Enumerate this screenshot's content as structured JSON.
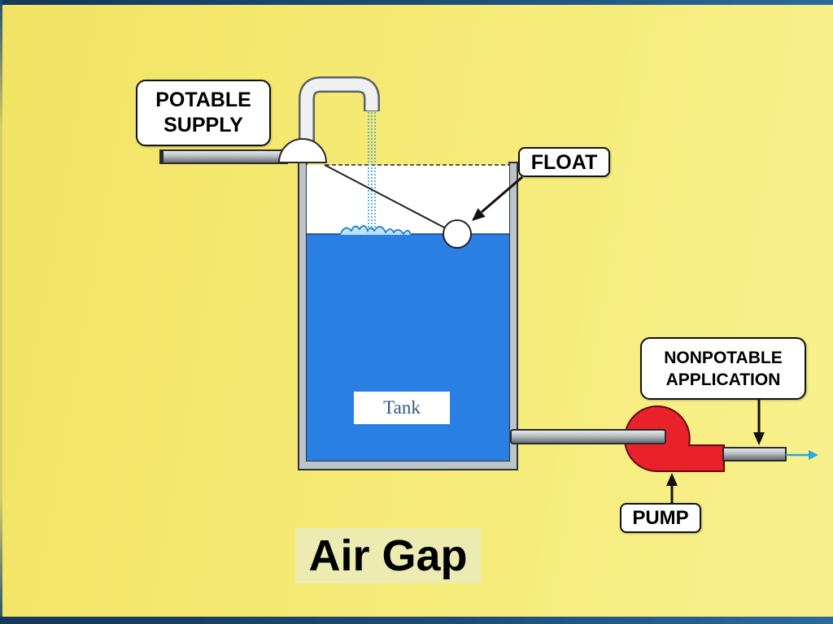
{
  "slide": {
    "title": "Air Gap"
  },
  "labels": {
    "potable_supply": [
      "POTABLE",
      "SUPPLY"
    ],
    "float": "FLOAT",
    "tank": "Tank",
    "nonpotable_application": [
      "NONPOTABLE",
      "APPLICATION"
    ],
    "pump": "PUMP"
  },
  "colors": {
    "background": "#f5ea74",
    "frame": "#1d4c78",
    "water": "#2a7fe3",
    "pump": "#e8212b",
    "title_background": "#ecebb2",
    "tank_label_text": "#2c5d7c",
    "flow_arrow": "#29a9e1"
  }
}
